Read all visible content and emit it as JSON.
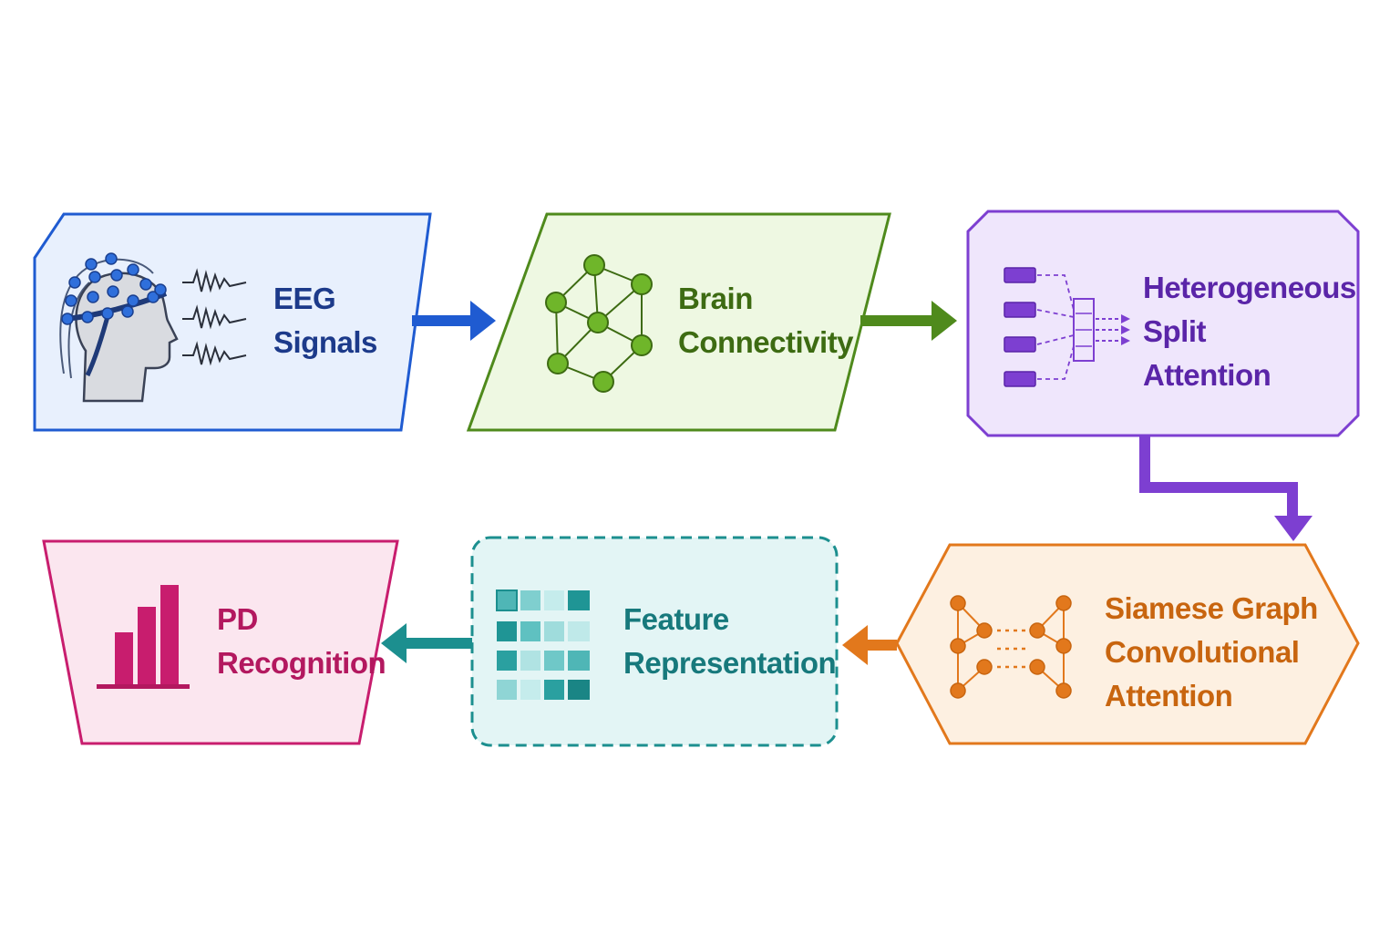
{
  "colors": {
    "blue": "#1f5bd1",
    "blue_fill": "#e8f0fd",
    "blue_text": "#1c3a8a",
    "green": "#4f8a1c",
    "green_fill": "#eef8e2",
    "green_text": "#3d6b12",
    "purple": "#7d3fd1",
    "purple_fill": "#efe6fc",
    "purple_text": "#5a25a8",
    "orange": "#e2781c",
    "orange_fill": "#fdf0e1",
    "orange_text": "#c8650f",
    "teal": "#1c8f8f",
    "teal_fill": "#e3f5f5",
    "teal_text": "#17797c",
    "magenta": "#c81d6e",
    "magenta_fill": "#fbe6ef",
    "magenta_text": "#b3185f"
  },
  "nodes": {
    "eeg": {
      "line1": "EEG",
      "line2": "Signals",
      "icon": "eeg-head-icon"
    },
    "brain": {
      "line1": "Brain",
      "line2": "Connectivity",
      "icon": "graph-network-icon"
    },
    "hsa": {
      "line1": "Heterogeneous",
      "line2": "Split",
      "line3": "Attention",
      "icon": "split-attention-icon"
    },
    "sgca": {
      "line1": "Siamese Graph",
      "line2": "Convolutional",
      "line3": "Attention",
      "icon": "siamese-graph-icon"
    },
    "feature": {
      "line1": "Feature",
      "line2": "Representation",
      "icon": "feature-grid-icon"
    },
    "pd": {
      "line1": "PD",
      "line2": "Recognition",
      "icon": "bar-chart-icon"
    }
  }
}
